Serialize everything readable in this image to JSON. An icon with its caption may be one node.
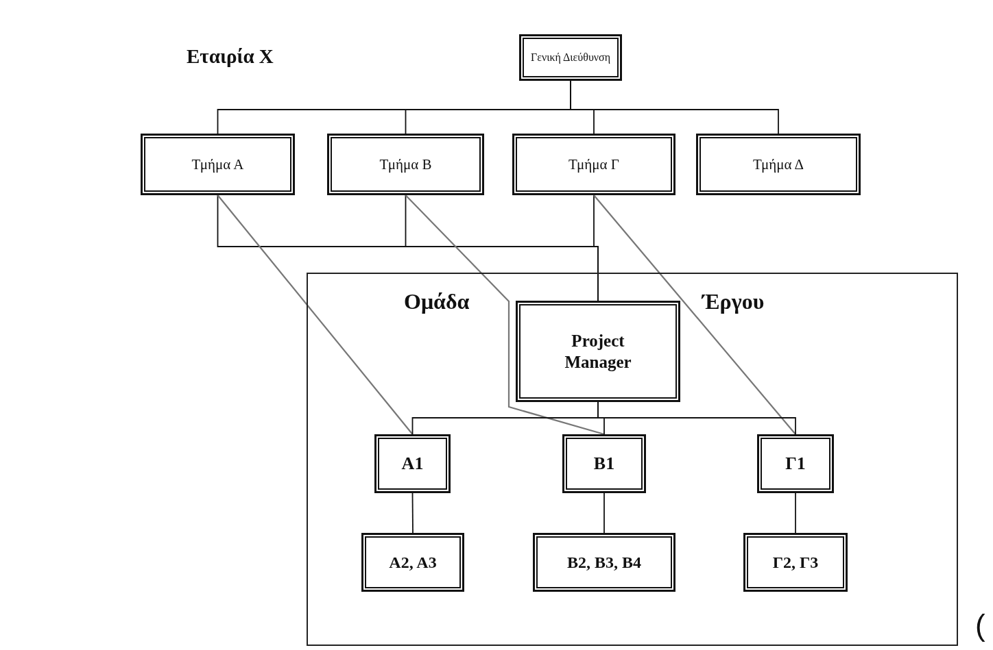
{
  "diagram": {
    "nodes": [
      {
        "text": [
          "Γενική Διεύθυνση"
        ]
      },
      {
        "text": [
          "Τμήμα Α"
        ]
      },
      {
        "text": [
          "Τμήμα Β"
        ]
      },
      {
        "text": [
          "Τμήμα Γ"
        ]
      },
      {
        "text": [
          "Τμήμα Δ"
        ]
      },
      {
        "text": [
          "Ομάδα",
          "Έργου"
        ]
      },
      {
        "text": [
          "Project Manager"
        ],
        "in": 5
      },
      {
        "text": [
          "Α1"
        ],
        "in": 5
      },
      {
        "text": [
          "Β1"
        ],
        "in": 5
      },
      {
        "text": [
          "Γ1"
        ],
        "in": 5
      },
      {
        "text": [
          "Α2, Α3"
        ],
        "in": 5
      },
      {
        "text": [
          "Β2, Β3, Β4"
        ],
        "in": 5
      },
      {
        "text": [
          "Γ2, Γ3"
        ],
        "in": 5
      }
    ],
    "edges": [
      {
        "from": 0,
        "to": 1,
        "arrow": "none"
      },
      {
        "from": 0,
        "to": 2,
        "arrow": "none"
      },
      {
        "from": 0,
        "to": 3,
        "arrow": "none"
      },
      {
        "from": 0,
        "to": 4,
        "arrow": "none"
      },
      {
        "from": 1,
        "to": 6,
        "arrow": "none"
      },
      {
        "from": 2,
        "to": 6,
        "arrow": "none"
      },
      {
        "from": 3,
        "to": 6,
        "arrow": "none"
      },
      {
        "from": 1,
        "to": 7,
        "arrow": "none",
        "color": "#777777"
      },
      {
        "from": 2,
        "to": 8,
        "arrow": "none",
        "color": "#777777"
      },
      {
        "from": 3,
        "to": 9,
        "arrow": "none",
        "color": "#777777"
      },
      {
        "from": 6,
        "to": 7,
        "arrow": "none"
      },
      {
        "from": 6,
        "to": 8,
        "arrow": "none"
      },
      {
        "from": 6,
        "to": 9,
        "arrow": "none"
      },
      {
        "from": 7,
        "to": 10,
        "arrow": "none"
      },
      {
        "from": 8,
        "to": 11,
        "arrow": "none"
      },
      {
        "from": 9,
        "to": 12,
        "arrow": "none"
      }
    ],
    "labels": [
      "Εταιρία Χ",
      "("
    ]
  }
}
